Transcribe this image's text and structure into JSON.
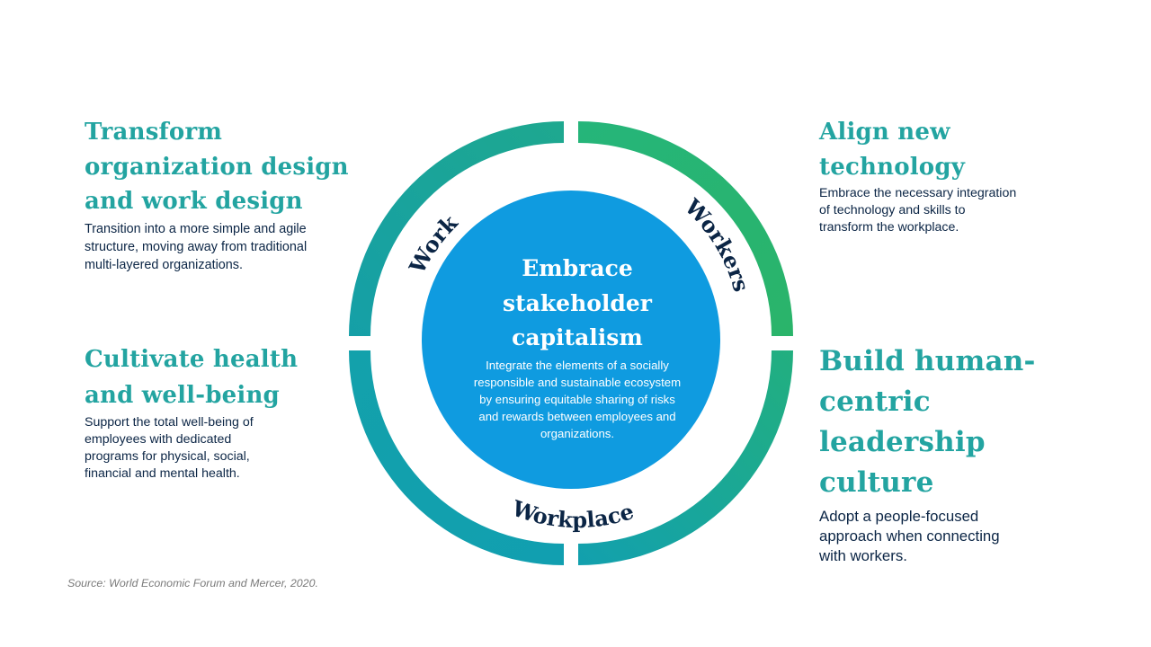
{
  "quadrants": {
    "top_left": {
      "heading": "Transform\norganization design\nand work design",
      "body": "Transition into a more simple and agile\nstructure, moving away from traditional\nmulti-layered organizations."
    },
    "top_right": {
      "heading": "Align new\ntechnology",
      "body": "Embrace the necessary integration\nof technology and skills to\ntransform the workplace."
    },
    "bottom_left": {
      "heading": "Cultivate health\nand well-being",
      "body": "Support the total well-being of\nemployees with dedicated\nprograms for physical, social,\nfinancial and mental health."
    },
    "bottom_right": {
      "heading": "Build human-\ncentric\nleadership\nculture",
      "body": "Adopt a people-focused\napproach when connecting\nwith workers."
    }
  },
  "ring_labels": {
    "work": "Work",
    "workers": "Workers",
    "workplace": "Workplace"
  },
  "center": {
    "title": "Embrace\nstakeholder\ncapitalism",
    "description": "Integrate the elements of a socially\nresponsible and sustainable ecosystem\nby ensuring equitable sharing of risks\nand rewards between employees and\norganizations."
  },
  "source": "Source: World Economic Forum and Mercer, 2020.",
  "colors": {
    "heading_teal": "#23a4a1",
    "ring_green": "#2bb673",
    "ring_teal": "#14a3ad",
    "center_blue": "#0f9be0",
    "dark_navy": "#0b2545"
  }
}
